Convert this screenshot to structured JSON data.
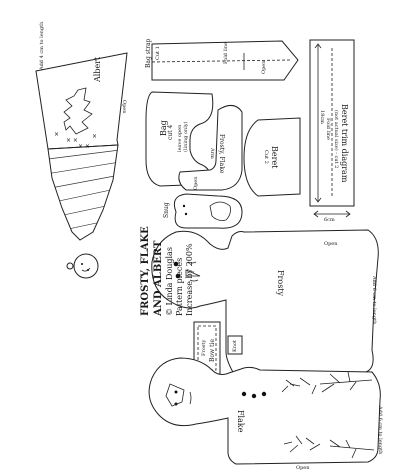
{
  "title": {
    "line1": "FROSTY, FLAKE",
    "line2": "AND ALBERT",
    "author": "© Linda Douglas",
    "subtitle": "Pattern pieces",
    "note": "Increase by 200%"
  },
  "pieces": {
    "albert": {
      "name": "Albert",
      "note": "Add 4 cm to length"
    },
    "bag_strap": {
      "name": "Bag strap",
      "cut": "Cut 1",
      "fold": "Fold line"
    },
    "beret_trim": {
      "name": "Beret trim diagram",
      "sub": "(not actual size) - cut 2",
      "size": "18cm",
      "fold": "Fold line",
      "width": "6cm"
    },
    "bag": {
      "name": "Bag",
      "cut": "cut 4",
      "note1": "leave open",
      "note2": "(lining only)"
    },
    "frosty_flake_arm": {
      "name": "Frosty, Flake",
      "sub": "Arm"
    },
    "beret": {
      "name": "Beret",
      "cut": "Cut 2"
    },
    "snug": {
      "name": "Snug"
    },
    "frosty": {
      "name": "Frosty",
      "note": "Add 6 cm to length"
    },
    "bow_tie": {
      "name": "Bow tie",
      "sub": "Frosty",
      "knot": "Knot"
    },
    "flake": {
      "name": "Flake",
      "note": "Add 6 cm to length"
    }
  },
  "labels": {
    "open": "Open"
  }
}
